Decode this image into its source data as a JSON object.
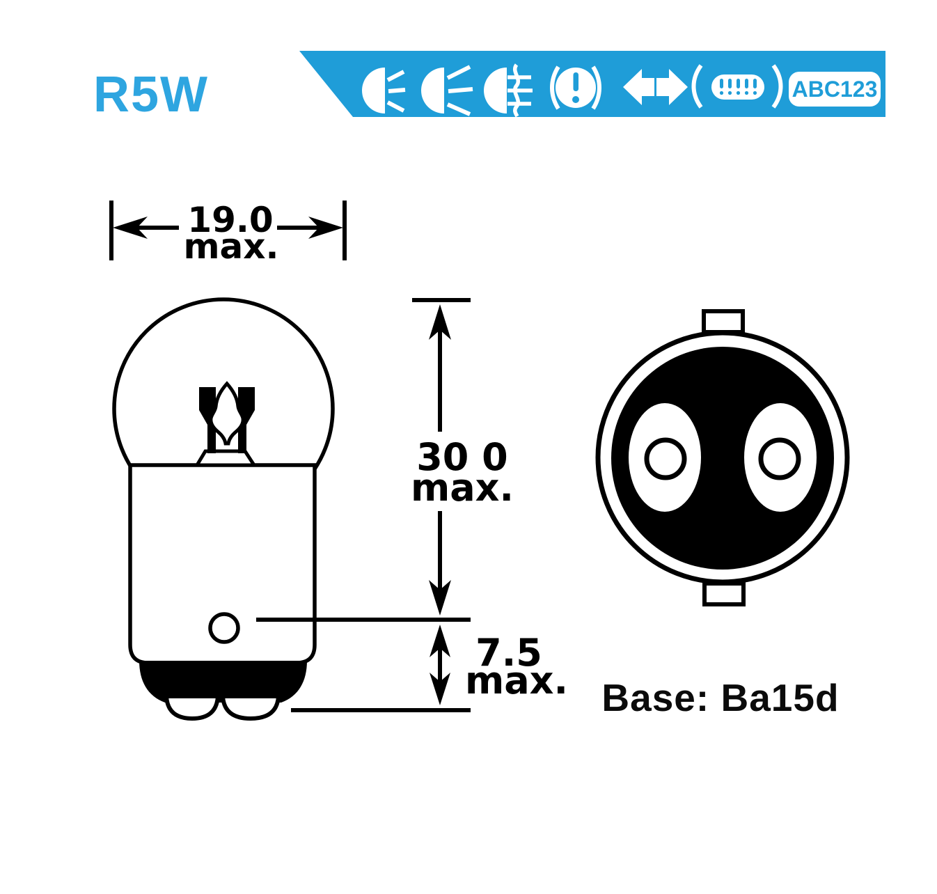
{
  "colors": {
    "banner_blue": "#1F9DD8",
    "title_blue": "#2EA5E0",
    "ink": "#000000"
  },
  "title": {
    "text": "R5W"
  },
  "banner": {
    "plate_text": "ABC123",
    "icons": [
      "headlamp-beam-icon",
      "headlamp-low-beam-icon",
      "fog-lamp-icon",
      "brake-warning-icon",
      "turn-signal-arrows-icon",
      "position-lamp-icon",
      "license-plate-icon"
    ]
  },
  "dimensions": {
    "width": {
      "value": "19.0",
      "qualifier": "max."
    },
    "height": {
      "value": "30 0",
      "qualifier": "max."
    },
    "base_height": {
      "value": "7.5",
      "qualifier": "max."
    }
  },
  "base_view": {
    "label": "Base: Ba15d"
  }
}
